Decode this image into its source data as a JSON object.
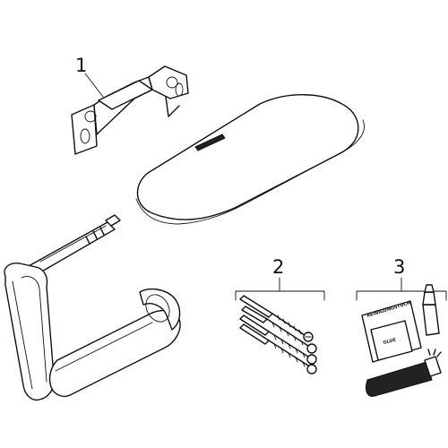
{
  "callouts": [
    {
      "number": "1"
    },
    {
      "number": "2"
    },
    {
      "number": "3"
    }
  ],
  "kit": {
    "cleaning_label": "REINIGUNGSTUCH",
    "glue_label": "GLUE"
  }
}
